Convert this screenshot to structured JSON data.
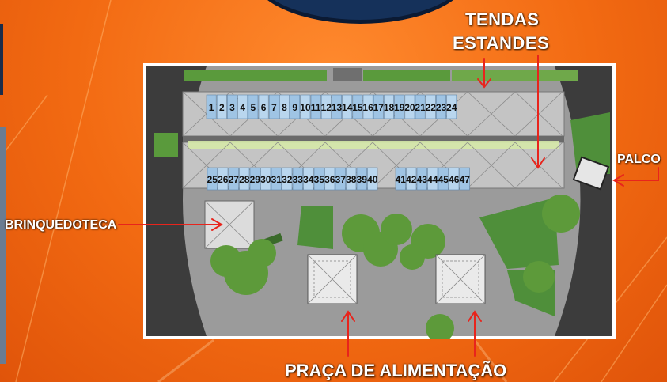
{
  "labels": {
    "tendas": "TENDAS",
    "estandes": "ESTANDES",
    "palco": "PALCO",
    "brinquedoteca": "BRINQUEDOTECA",
    "praca": "PRAÇA DE ALIMENTAÇÃO"
  },
  "stands": {
    "row_top": [
      "1",
      "2",
      "3",
      "4",
      "5",
      "6",
      "7",
      "8",
      "9",
      "10",
      "11",
      "12",
      "13",
      "14",
      "15",
      "16",
      "17",
      "18",
      "19",
      "20",
      "21",
      "22",
      "23",
      "24"
    ],
    "row_bottom": [
      "25",
      "26",
      "27",
      "28",
      "29",
      "30",
      "31",
      "32",
      "33",
      "34",
      "35",
      "36",
      "37",
      "38",
      "39",
      "40",
      "41",
      "42",
      "43",
      "44",
      "45",
      "46",
      "47"
    ]
  },
  "colors": {
    "background": "#f26a12",
    "label_text": "#ffffff",
    "arrow": "#e8241c",
    "stand_fill": "#a9cbe8",
    "plaza": "#9a9a9a",
    "lawn": "#4f8f3a",
    "road": "#3a3a3a"
  }
}
